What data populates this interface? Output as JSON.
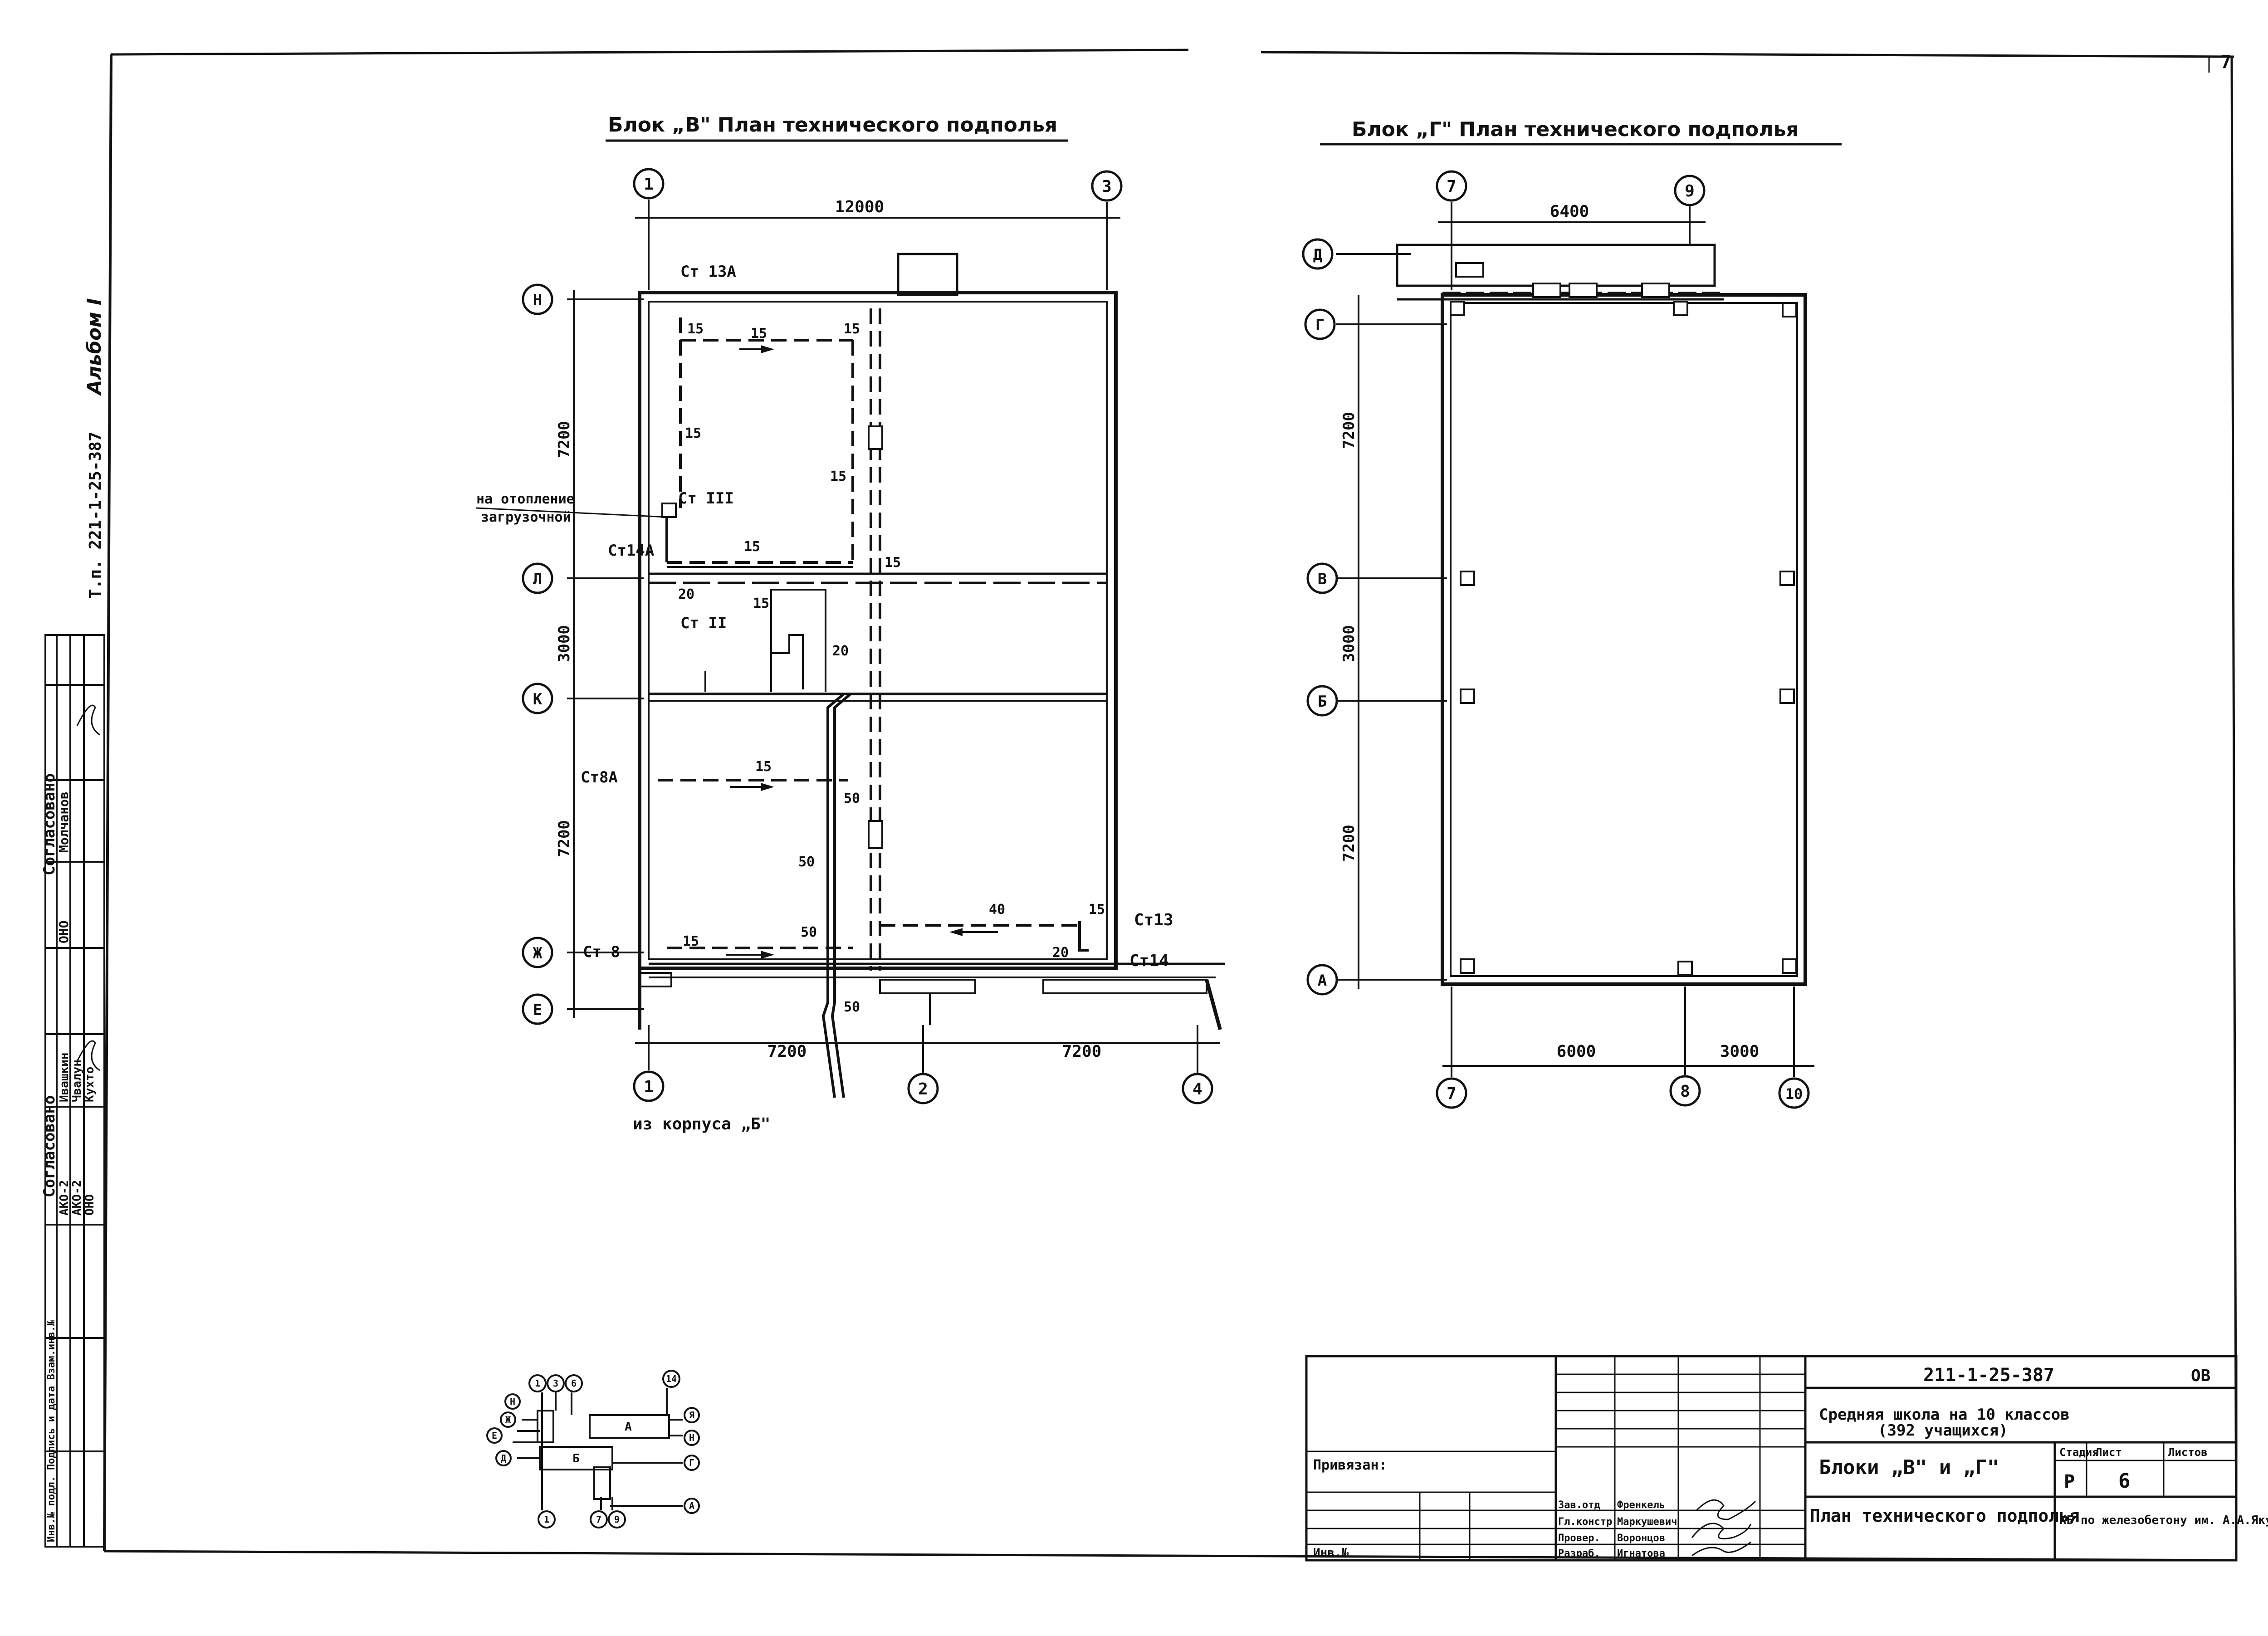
{
  "page_mark": "7",
  "album": {
    "code": "Т.п. 221-1-25-387",
    "label": "Альбом I"
  },
  "block_v": {
    "title": "Блок „В\" План технического подполья",
    "axes_top": [
      "1",
      "3"
    ],
    "axes_bottom": [
      "1",
      "2",
      "4"
    ],
    "axes_left": [
      "Н",
      "Л",
      "К",
      "Ж",
      "Е"
    ],
    "dim_top": "12000",
    "dims_left": [
      "7200",
      "3000",
      "7200"
    ],
    "dims_bottom": [
      "7200",
      "7200"
    ],
    "risers": {
      "st13a": "Ст 13А",
      "st3": "Ст III",
      "st14a": "Ст14А",
      "st2": "Ст II",
      "st8a": "Ст8А",
      "st8": "Ст 8",
      "st13": "Ст13",
      "st14": "Ст14"
    },
    "pipe_sizes": [
      "15",
      "15",
      "15",
      "15",
      "15",
      "15",
      "15",
      "20",
      "15",
      "20",
      "15",
      "50",
      "50",
      "15",
      "50",
      "40",
      "15",
      "20",
      "50"
    ],
    "note_heating": [
      "на отопление",
      "загрузочной"
    ],
    "note_from": "из корпуса „Б\""
  },
  "block_g": {
    "title": "Блок „Г\" План технического подполья",
    "axes_top": [
      "7",
      "9"
    ],
    "axes_bottom": [
      "7",
      "8",
      "10"
    ],
    "axes_left": [
      "Д",
      "Г",
      "В",
      "Б",
      "А"
    ],
    "dim_top": "6400",
    "dims_left": [
      "7200",
      "3000",
      "7200"
    ],
    "dims_bottom": [
      "6000",
      "3000"
    ]
  },
  "key_plan": {
    "axes": [
      "1",
      "3",
      "6",
      "14",
      "1",
      "7",
      "9"
    ],
    "rows_left": [
      "Н",
      "Ж",
      "Е",
      "Д"
    ],
    "rows_right": [
      "Я",
      "Н",
      "Г",
      "А"
    ],
    "blocks": [
      "А",
      "Б"
    ]
  },
  "stamp_left": {
    "agreed": "Согласовано",
    "agreed2": "Согласовано",
    "cells": [
      "ОНО",
      "Молчанов",
      "АКО-2",
      "Ивашкин",
      "АКО-2",
      "Чвалун",
      "ОНО",
      "Кухто"
    ],
    "inv": "Инв.№ подл. Подпись и дата Взам.инв.№"
  },
  "title_block": {
    "doc_code": "211-1-25-387",
    "sheet_code": "ОВ",
    "project": "Средняя школа на 10 классов",
    "project_sub": "(392 учащихся)",
    "drawing": "Блоки „В\" и „Г\"",
    "sheet_title": "План технического подполья",
    "stage_label": "Стадия",
    "sheet_label": "Лист",
    "sheets_label": "Листов",
    "stage": "Р",
    "sheet": "6",
    "org": "КБ по железобетону им. А.А.Якушева",
    "tied": "Привязан:",
    "inv_label": "Инв.№",
    "roles": [
      "Зав.отд",
      "Гл.констр",
      "Провер.",
      "Разраб."
    ],
    "names": [
      "Френкель",
      "Маркушевич",
      "Воронцов",
      "Игнатова"
    ]
  }
}
